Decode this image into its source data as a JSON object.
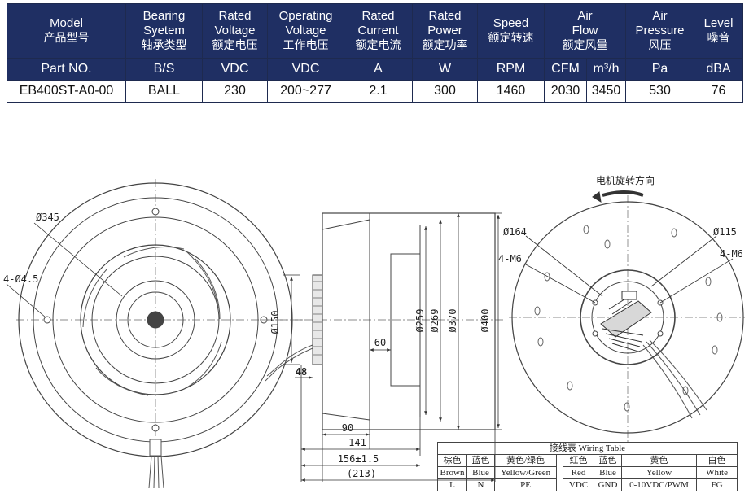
{
  "spec_table": {
    "headers": [
      {
        "en": "Model",
        "zh": "产品型号"
      },
      {
        "en": "Bearing Syetem",
        "zh": "轴承类型"
      },
      {
        "en": "Rated Voltage",
        "zh": "额定电压"
      },
      {
        "en": "Operating Voltage",
        "zh": "工作电压"
      },
      {
        "en": "Rated Current",
        "zh": "额定电流"
      },
      {
        "en": "Rated Power",
        "zh": "额定功率"
      },
      {
        "en": "Speed",
        "zh": "额定转速"
      },
      {
        "en": "Air Flow",
        "zh": "额定风量"
      },
      {
        "en": "Air Pressure",
        "zh": "风压"
      },
      {
        "en": "Level",
        "zh": "噪音"
      }
    ],
    "units": [
      "Part NO.",
      "B/S",
      "VDC",
      "VDC",
      "A",
      "W",
      "RPM",
      "CFM",
      "m³/h",
      "Pa",
      "dBA"
    ],
    "values": [
      "EB400ST-A0-00",
      "BALL",
      "230",
      "200~277",
      "2.1",
      "300",
      "1460",
      "2030",
      "3450",
      "530",
      "76"
    ]
  },
  "drawing": {
    "rotation_label": "电机旋转方向",
    "dims": {
      "d345": "Ø345",
      "holes_left": "4-Ø4.5",
      "d150": "Ø150",
      "d259": "Ø259",
      "d269": "Ø269",
      "d370": "Ø370",
      "d400": "Ø400",
      "d60": "60",
      "d48": "48",
      "d90": "90",
      "d141": "141",
      "d156": "156±1.5",
      "d213": "(213)",
      "d164": "Ø164",
      "d115": "Ø115",
      "m6_left": "4-M6",
      "m6_right": "4-M6"
    }
  },
  "wiring_table": {
    "title": "接线表 Wiring Table",
    "colors_zh": [
      "棕色",
      "蓝色",
      "黄色/绿色",
      "红色",
      "蓝色",
      "黄色",
      "白色"
    ],
    "colors_en": [
      "Brown",
      "Blue",
      "Yellow/Green",
      "Red",
      "Blue",
      "Yellow",
      "White"
    ],
    "signals": [
      "L",
      "N",
      "PE",
      "VDC",
      "GND",
      "0-10VDC/PWM",
      "FG"
    ]
  }
}
